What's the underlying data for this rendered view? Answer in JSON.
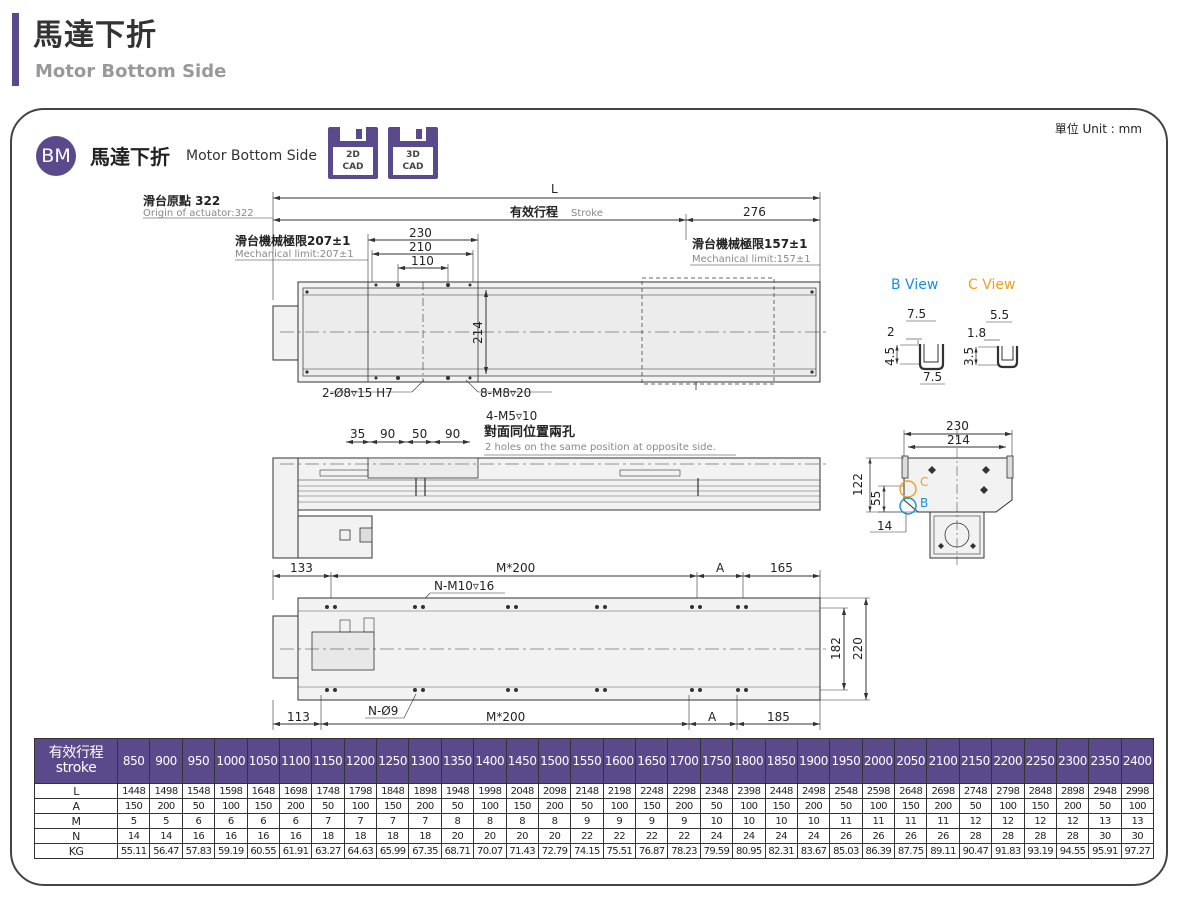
{
  "header": {
    "title": "馬達下折",
    "subtitle": "Motor Bottom Side"
  },
  "unit_label": "單位 Unit : mm",
  "badge": {
    "code": "BM",
    "title_cn": "馬達下折",
    "title_en": "Motor Bottom Side"
  },
  "cad": [
    {
      "l1": "2D",
      "l2": "CAD"
    },
    {
      "l1": "3D",
      "l2": "CAD"
    }
  ],
  "top_view": {
    "dim_L": "L",
    "origin_cn": "滑台原點 322",
    "origin_en": "Origin of actuator:322",
    "stroke_cn": "有效行程",
    "stroke_en": "Stroke",
    "dim_276": "276",
    "mech_left_cn": "滑台機械極限207±1",
    "mech_left_en": "Mechanical limit:207±1",
    "dim_230": "230",
    "dim_210": "210",
    "dim_110": "110",
    "mech_right_cn": "滑台機械極限157±1",
    "mech_right_en": "Mechanical limit:157±1",
    "dim_214": "214",
    "hole_pin": "2-Ø8▿15 H7",
    "hole_m8": "8-M8▿20",
    "hole_m5": "4-M5▿10",
    "hole_m5_cn": "對面同位置兩孔",
    "hole_m5_en": "2 holes on the same position at opposite side."
  },
  "side_view": {
    "d35": "35",
    "d90a": "90",
    "d50": "50",
    "d90b": "90"
  },
  "bottom_view": {
    "d133": "133",
    "m200_top": "M*200",
    "a_top": "A",
    "d165": "165",
    "m10": "N-M10▿16",
    "d182": "182",
    "d220": "220",
    "n9": "N-Ø9",
    "d113": "113",
    "m200_bot": "M*200",
    "a_bot": "A",
    "d185": "185"
  },
  "b_view": {
    "title": "B View",
    "d75a": "7.5",
    "d2": "2",
    "d45": "4.5",
    "d75b": "7.5",
    "color": "#1a8fd6"
  },
  "c_view": {
    "title": "C View",
    "d55": "5.5",
    "d18": "1.8",
    "d35": "3.5",
    "color": "#f0a020"
  },
  "end_view": {
    "d230": "230",
    "d214": "214",
    "d122": "122",
    "d55": "55",
    "d14": "14",
    "c": "C",
    "b": "B"
  },
  "table": {
    "head_cn": "有效行程",
    "head_en": "stroke",
    "strokes": [
      "850",
      "900",
      "950",
      "1000",
      "1050",
      "1100",
      "1150",
      "1200",
      "1250",
      "1300",
      "1350",
      "1400",
      "1450",
      "1500",
      "1550",
      "1600",
      "1650",
      "1700",
      "1750",
      "1800",
      "1850",
      "1900",
      "1950",
      "2000",
      "2050",
      "2100",
      "2150",
      "2200",
      "2250",
      "2300",
      "2350",
      "2400"
    ],
    "rows": [
      {
        "label": "L",
        "values": [
          "1448",
          "1498",
          "1548",
          "1598",
          "1648",
          "1698",
          "1748",
          "1798",
          "1848",
          "1898",
          "1948",
          "1998",
          "2048",
          "2098",
          "2148",
          "2198",
          "2248",
          "2298",
          "2348",
          "2398",
          "2448",
          "2498",
          "2548",
          "2598",
          "2648",
          "2698",
          "2748",
          "2798",
          "2848",
          "2898",
          "2948",
          "2998"
        ]
      },
      {
        "label": "A",
        "values": [
          "150",
          "200",
          "50",
          "100",
          "150",
          "200",
          "50",
          "100",
          "150",
          "200",
          "50",
          "100",
          "150",
          "200",
          "50",
          "100",
          "150",
          "200",
          "50",
          "100",
          "150",
          "200",
          "50",
          "100",
          "150",
          "200",
          "50",
          "100",
          "150",
          "200",
          "50",
          "100"
        ]
      },
      {
        "label": "M",
        "values": [
          "5",
          "5",
          "6",
          "6",
          "6",
          "6",
          "7",
          "7",
          "7",
          "7",
          "8",
          "8",
          "8",
          "8",
          "9",
          "9",
          "9",
          "9",
          "10",
          "10",
          "10",
          "10",
          "11",
          "11",
          "11",
          "11",
          "12",
          "12",
          "12",
          "12",
          "13",
          "13"
        ]
      },
      {
        "label": "N",
        "values": [
          "14",
          "14",
          "16",
          "16",
          "16",
          "16",
          "18",
          "18",
          "18",
          "18",
          "20",
          "20",
          "20",
          "20",
          "22",
          "22",
          "22",
          "22",
          "24",
          "24",
          "24",
          "24",
          "26",
          "26",
          "26",
          "26",
          "28",
          "28",
          "28",
          "28",
          "30",
          "30"
        ]
      },
      {
        "label": "KG",
        "values": [
          "55.11",
          "56.47",
          "57.83",
          "59.19",
          "60.55",
          "61.91",
          "63.27",
          "64.63",
          "65.99",
          "67.35",
          "68.71",
          "70.07",
          "71.43",
          "72.79",
          "74.15",
          "75.51",
          "76.87",
          "78.23",
          "79.59",
          "80.95",
          "82.31",
          "83.67",
          "85.03",
          "86.39",
          "87.75",
          "89.11",
          "90.47",
          "91.83",
          "93.19",
          "94.55",
          "95.91",
          "97.27"
        ]
      }
    ]
  }
}
